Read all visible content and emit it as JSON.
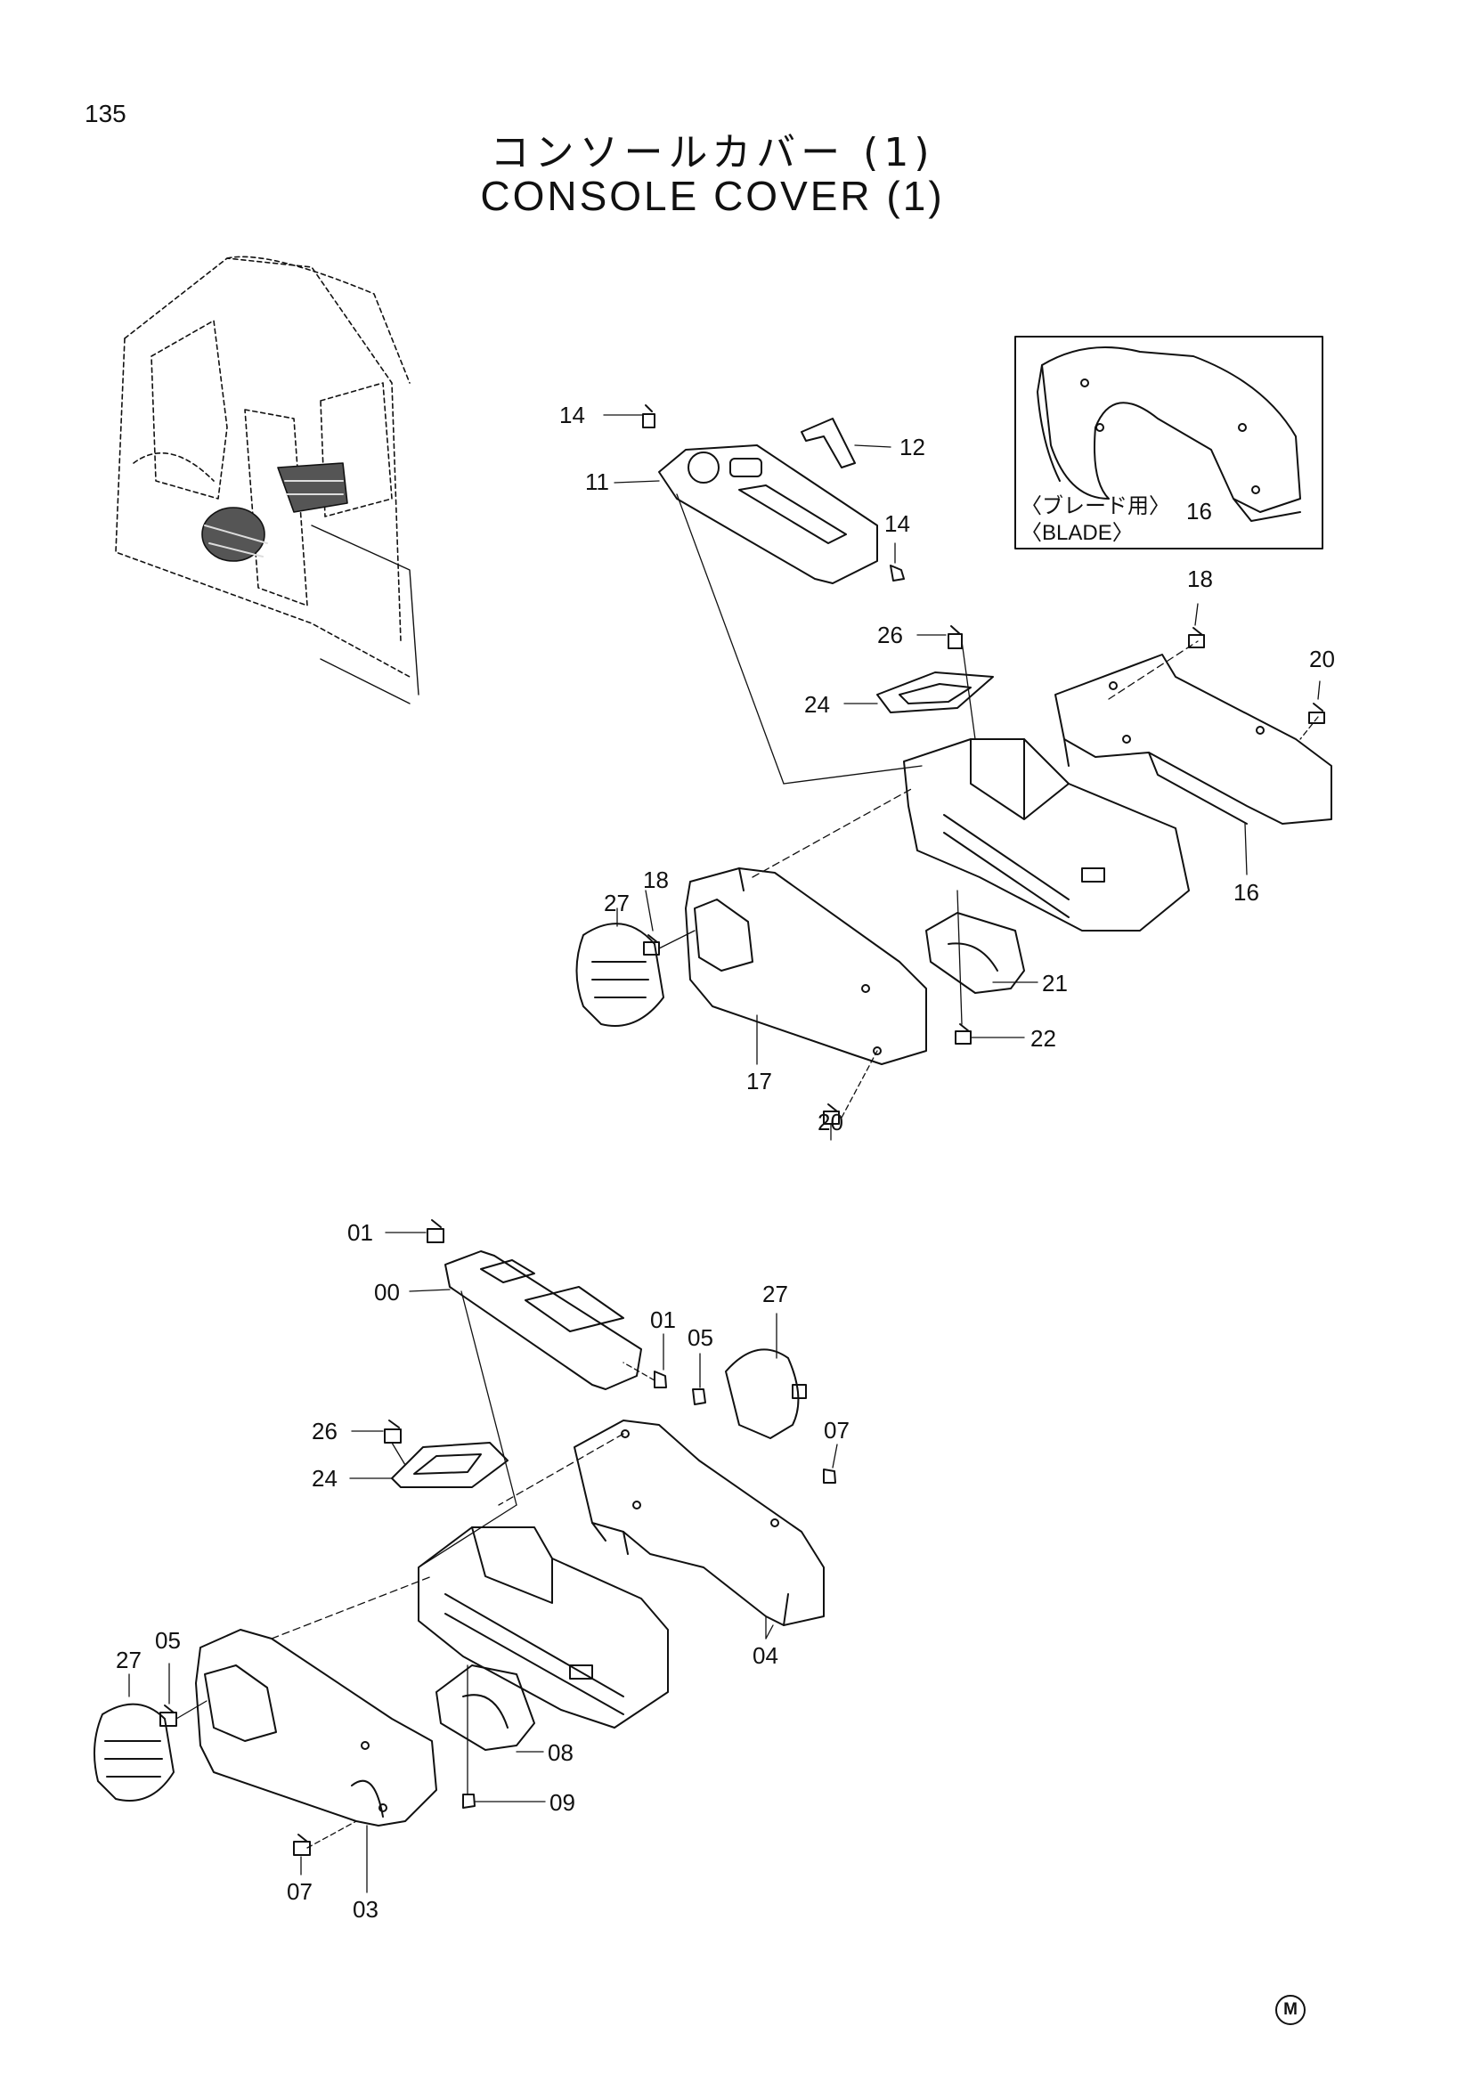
{
  "header": {
    "page_number": "135",
    "title_jp": "コンソールカバー (1)",
    "title_en": "CONSOLE COVER (1)"
  },
  "inset": {
    "label_jp": "〈ブレード用〉",
    "label_en": "〈BLADE〉",
    "part": "16"
  },
  "upper_assembly": {
    "labels": [
      "14",
      "12",
      "11",
      "14",
      "26",
      "24",
      "18",
      "20",
      "16",
      "18",
      "27",
      "21",
      "22",
      "17",
      "20"
    ]
  },
  "lower_assembly": {
    "labels": [
      "01",
      "00",
      "01",
      "05",
      "27",
      "26",
      "24",
      "07",
      "04",
      "27",
      "05",
      "08",
      "09",
      "07",
      "03"
    ]
  },
  "footer": {
    "mark": "M"
  }
}
